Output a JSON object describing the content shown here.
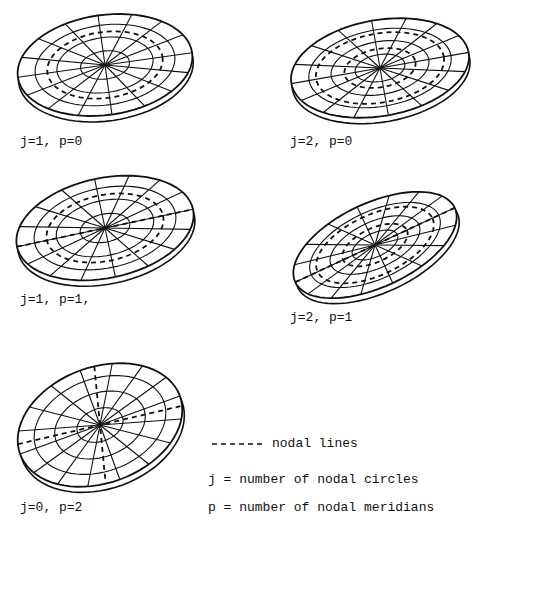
{
  "diagram": {
    "labels": [
      "j=1, p=0",
      "j=2, p=0",
      "j=1, p=1,",
      "j=2, p=1",
      "j=0, p=2",
      "j = number of nodal circles",
      "p = number of nodal meridians"
    ],
    "legend": [
      {
        "text": "nodal lines"
      }
    ]
  }
}
